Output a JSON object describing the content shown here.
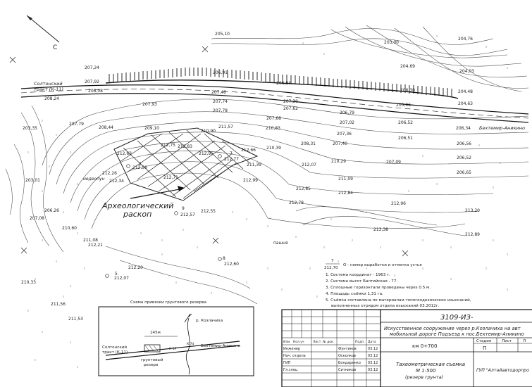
{
  "north_arrow": {
    "label": "С"
  },
  "roads": {
    "saltonsky_line1": "Солтонский",
    "saltonsky_line2": "тракт (К-11)",
    "bekhtemir": "Бехтемир-Аникино"
  },
  "features": {
    "archaeological_line1": "Археологический",
    "archaeological_line2": "раскоп",
    "pashnya": "пашня",
    "nedeopun": "недеопун"
  },
  "elevations": [
    "205,10",
    "203,00",
    "204,76",
    "204,69",
    "204,03",
    "207,24",
    "206,91",
    "206,84",
    "204,48",
    "207,92",
    "207,46",
    "206,30",
    "206,08",
    "207,74",
    "207,30",
    "205,06",
    "204,63",
    "207,93",
    "207,78",
    "207,62",
    "206,79",
    "208,24",
    "207,79",
    "207,68",
    "207,02",
    "206,52",
    "206,34",
    "203,35",
    "208,44",
    "209,10",
    "211,57",
    "210,90",
    "210,83",
    "207,36",
    "206,51",
    "210,39",
    "208,31",
    "207,40",
    "206,56",
    "212,63",
    "212,75",
    "212,83",
    "212,95",
    "212,66",
    "212,77",
    "212,56",
    "211,39",
    "212,07",
    "210,29",
    "207,09",
    "206,52",
    "212,26",
    "212,34",
    "212,71",
    "212,99",
    "212,85",
    "212,84",
    "211,09",
    "206,65",
    "203,01",
    "212,78",
    "212,55",
    "212,96",
    "212,57",
    "206,26",
    "207,08",
    "210,60",
    "213,20",
    "211,08",
    "212,21",
    "213,38",
    "212,89",
    "212,60",
    "212,20",
    "210,33",
    "212,07",
    "211,56",
    "211,53",
    "212,70"
  ],
  "pits": [
    "7",
    "8",
    "5",
    "2",
    "9"
  ],
  "legend_point": {
    "number": "7",
    "elevation": "212,70",
    "text": "О - номер выработки и отметка устья"
  },
  "notes": [
    "1. Система координат - 1963 г.",
    "2. Система высот Балтийская - 77.",
    "3. Сплошные горизонтали проведены через 0.5 м.",
    "4. Площадь съёмки 1,31 га.",
    "5. Съёмка составлена по материалам топогеодезических изысканий,",
    "выполненных отрядом отдела изысканий 03.2012г."
  ],
  "inset": {
    "title": "Схема привязки грунтового резерва",
    "river": "р. Козлачиха",
    "road_left_1": "Солтонский",
    "road_left_2": "тракт (К-11)",
    "road_right": "Бехтемир-Аникино",
    "distance": "145м",
    "label_1": "грунтовый",
    "label_2": "резерв",
    "small_1": "К 7d",
    "small_2": "Н 1Р"
  },
  "title_block": {
    "code": "3109-ИЗ-",
    "description_1": "Искусственное сооружение через р.Козлачиха на авт",
    "description_2": "мобильной дороге Подъезд к пос.Бехтемир-Аникино",
    "header_cells": [
      "Изм.",
      "Кол.уч",
      "Лист",
      "№ док.",
      "Подп.",
      "Дата"
    ],
    "staff": [
      {
        "role": "Инженер",
        "name": "Фунтиков",
        "date": "03.12"
      },
      {
        "role": "Нач. отдела",
        "name": "Осколков",
        "date": "03.12"
      },
      {
        "role": "ГИП",
        "name": "Бондаренко",
        "date": "03.12"
      },
      {
        "role": "Гл.спец",
        "name": "Ситников",
        "date": "03.12"
      }
    ],
    "km": "км 0+700",
    "stage_header": "Стадия",
    "sheet_header": "Лист",
    "sheets_header": "Л",
    "stage_value": "П",
    "drawing_title_1": "Тахеометрическая съемка",
    "drawing_title_2": "М 1:500",
    "drawing_title_3": "(резерв грунта)",
    "org": "ГУП \"Алтайавтодорпро"
  }
}
